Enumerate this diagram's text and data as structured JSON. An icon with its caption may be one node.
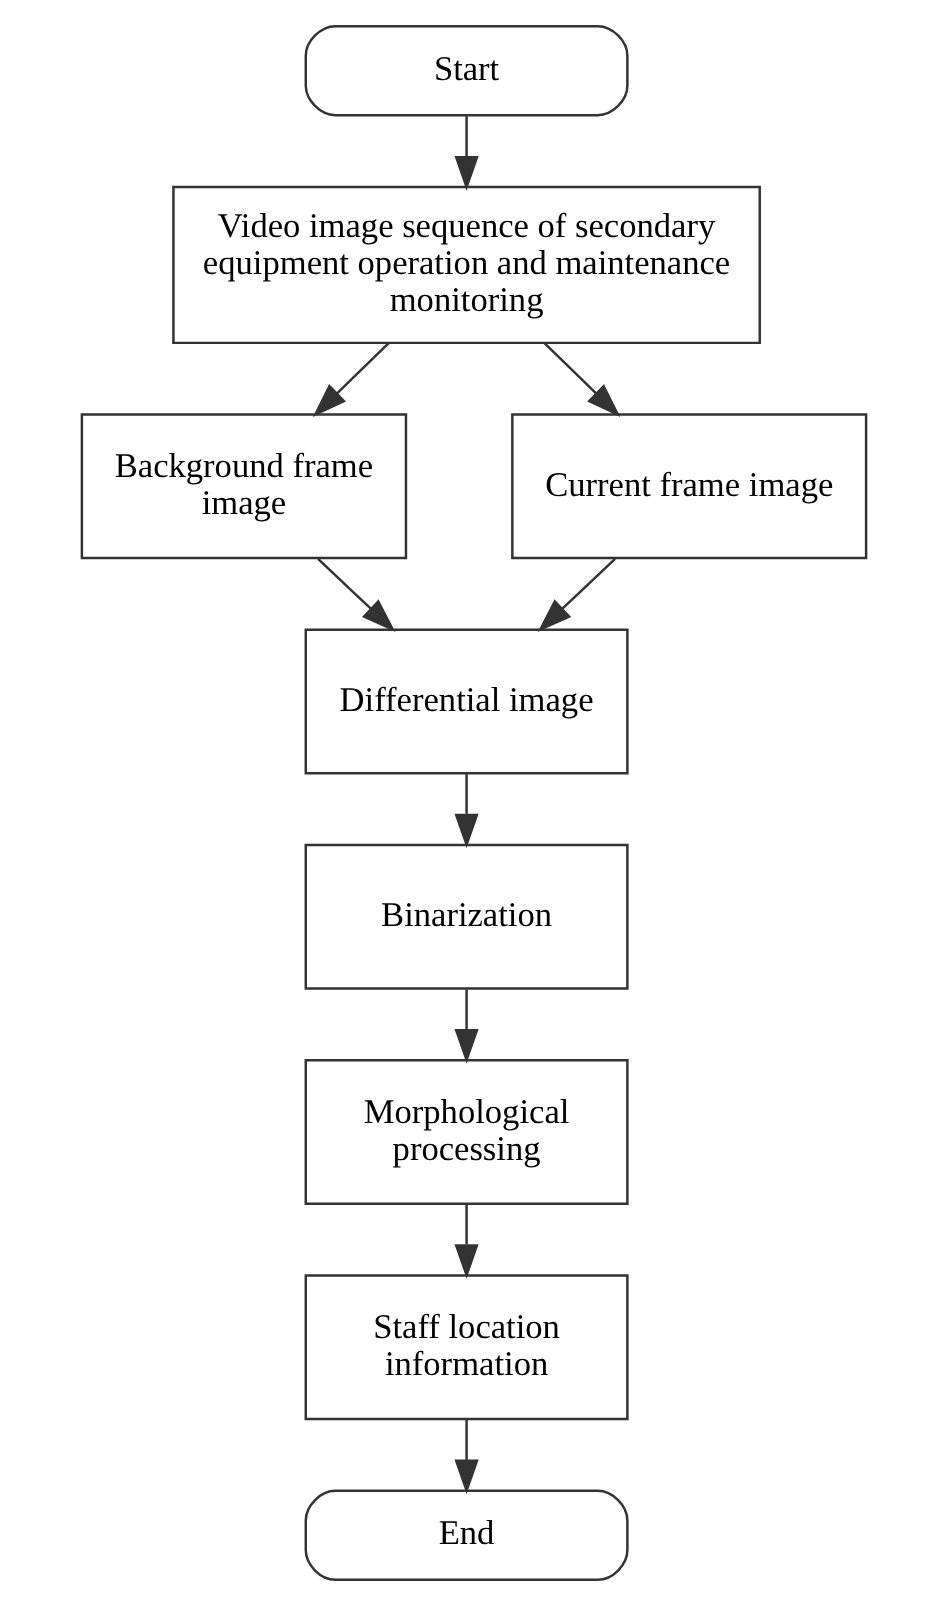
{
  "diagram": {
    "nodes": [
      {
        "text": [
          "Start"
        ]
      },
      {
        "text": [
          "Video image sequence of secondary equipment operation and maintenance monitoring"
        ]
      },
      {
        "text": [
          "Background frame image"
        ]
      },
      {
        "text": [
          "Current frame image"
        ]
      },
      {
        "text": [
          "Differential image"
        ]
      },
      {
        "text": [
          "Binarization"
        ]
      },
      {
        "text": [
          "Morphological processing"
        ]
      },
      {
        "text": [
          "Staff location information"
        ]
      },
      {
        "text": [
          "End"
        ]
      }
    ],
    "edges": [
      {
        "from": 0,
        "to": 1,
        "arrow": "to"
      },
      {
        "from": 1,
        "to": 2,
        "arrow": "to"
      },
      {
        "from": 1,
        "to": 3,
        "arrow": "to"
      },
      {
        "from": 2,
        "to": 4,
        "arrow": "to"
      },
      {
        "from": 3,
        "to": 4,
        "arrow": "to"
      },
      {
        "from": 4,
        "to": 5,
        "arrow": "to"
      },
      {
        "from": 5,
        "to": 6,
        "arrow": "to"
      },
      {
        "from": 6,
        "to": 7,
        "arrow": "to"
      },
      {
        "from": 7,
        "to": 8,
        "arrow": "to"
      }
    ]
  }
}
